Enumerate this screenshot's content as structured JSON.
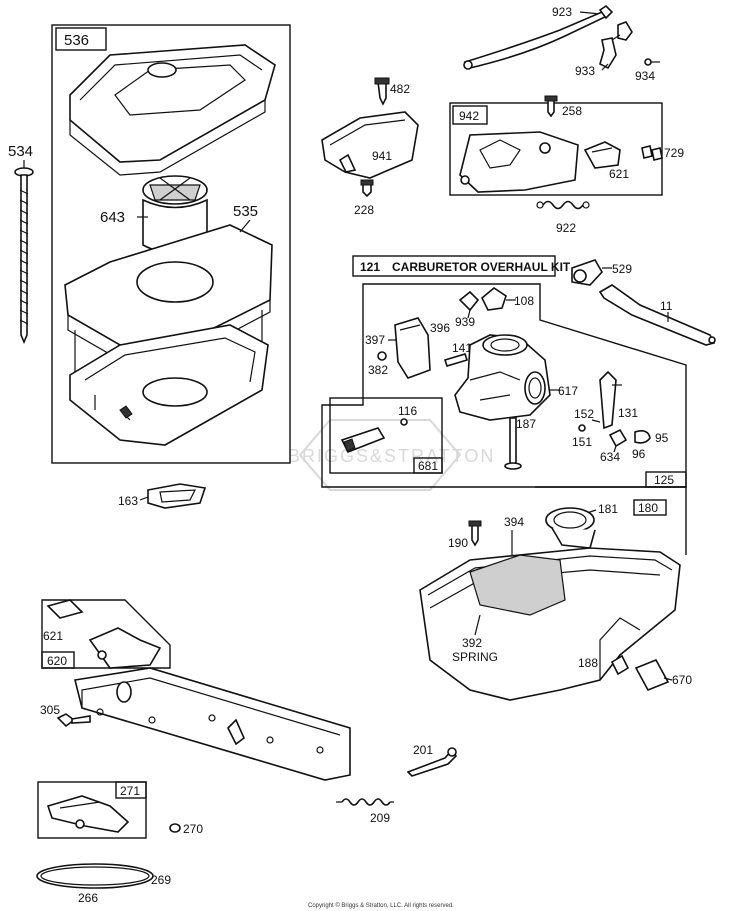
{
  "diagram": {
    "callouts": {
      "p536": "536",
      "p534": "534",
      "p643": "643",
      "p535": "535",
      "p163": "163",
      "p923": "923",
      "p933": "933",
      "p934": "934",
      "p482": "482",
      "p941": "941",
      "p228": "228",
      "p942": "942",
      "p258": "258",
      "p729": "729",
      "p621a": "621",
      "p922": "922",
      "p121": "121",
      "p529": "529",
      "p108": "108",
      "p11": "11",
      "p939": "939",
      "p396": "396",
      "p397": "397",
      "p382": "382",
      "p141": "141",
      "p617": "617",
      "p116": "116",
      "p187": "187",
      "p152": "152",
      "p131": "131",
      "p151": "151",
      "p95": "95",
      "p634": "634",
      "p96": "96",
      "p681": "681",
      "p125": "125",
      "p181": "181",
      "p180": "180",
      "p190": "190",
      "p394": "394",
      "p392": "392",
      "p392sub": "SPRING",
      "p188": "188",
      "p670": "670",
      "p621b": "621",
      "p620": "620",
      "p305": "305",
      "p201": "201",
      "p209": "209",
      "p271": "271",
      "p270": "270",
      "p269": "269",
      "p266": "266"
    },
    "kit_title": "CARBURETOR OVERHAUL KIT",
    "watermark": "BRIGGS&STRATTON",
    "copyright": "Copyright © Briggs & Stratton, LLC. All rights reserved."
  },
  "colors": {
    "ink": "#111111",
    "paper": "#ffffff",
    "watermark": "#d8d8d8",
    "shade": "#cfcfcf"
  }
}
